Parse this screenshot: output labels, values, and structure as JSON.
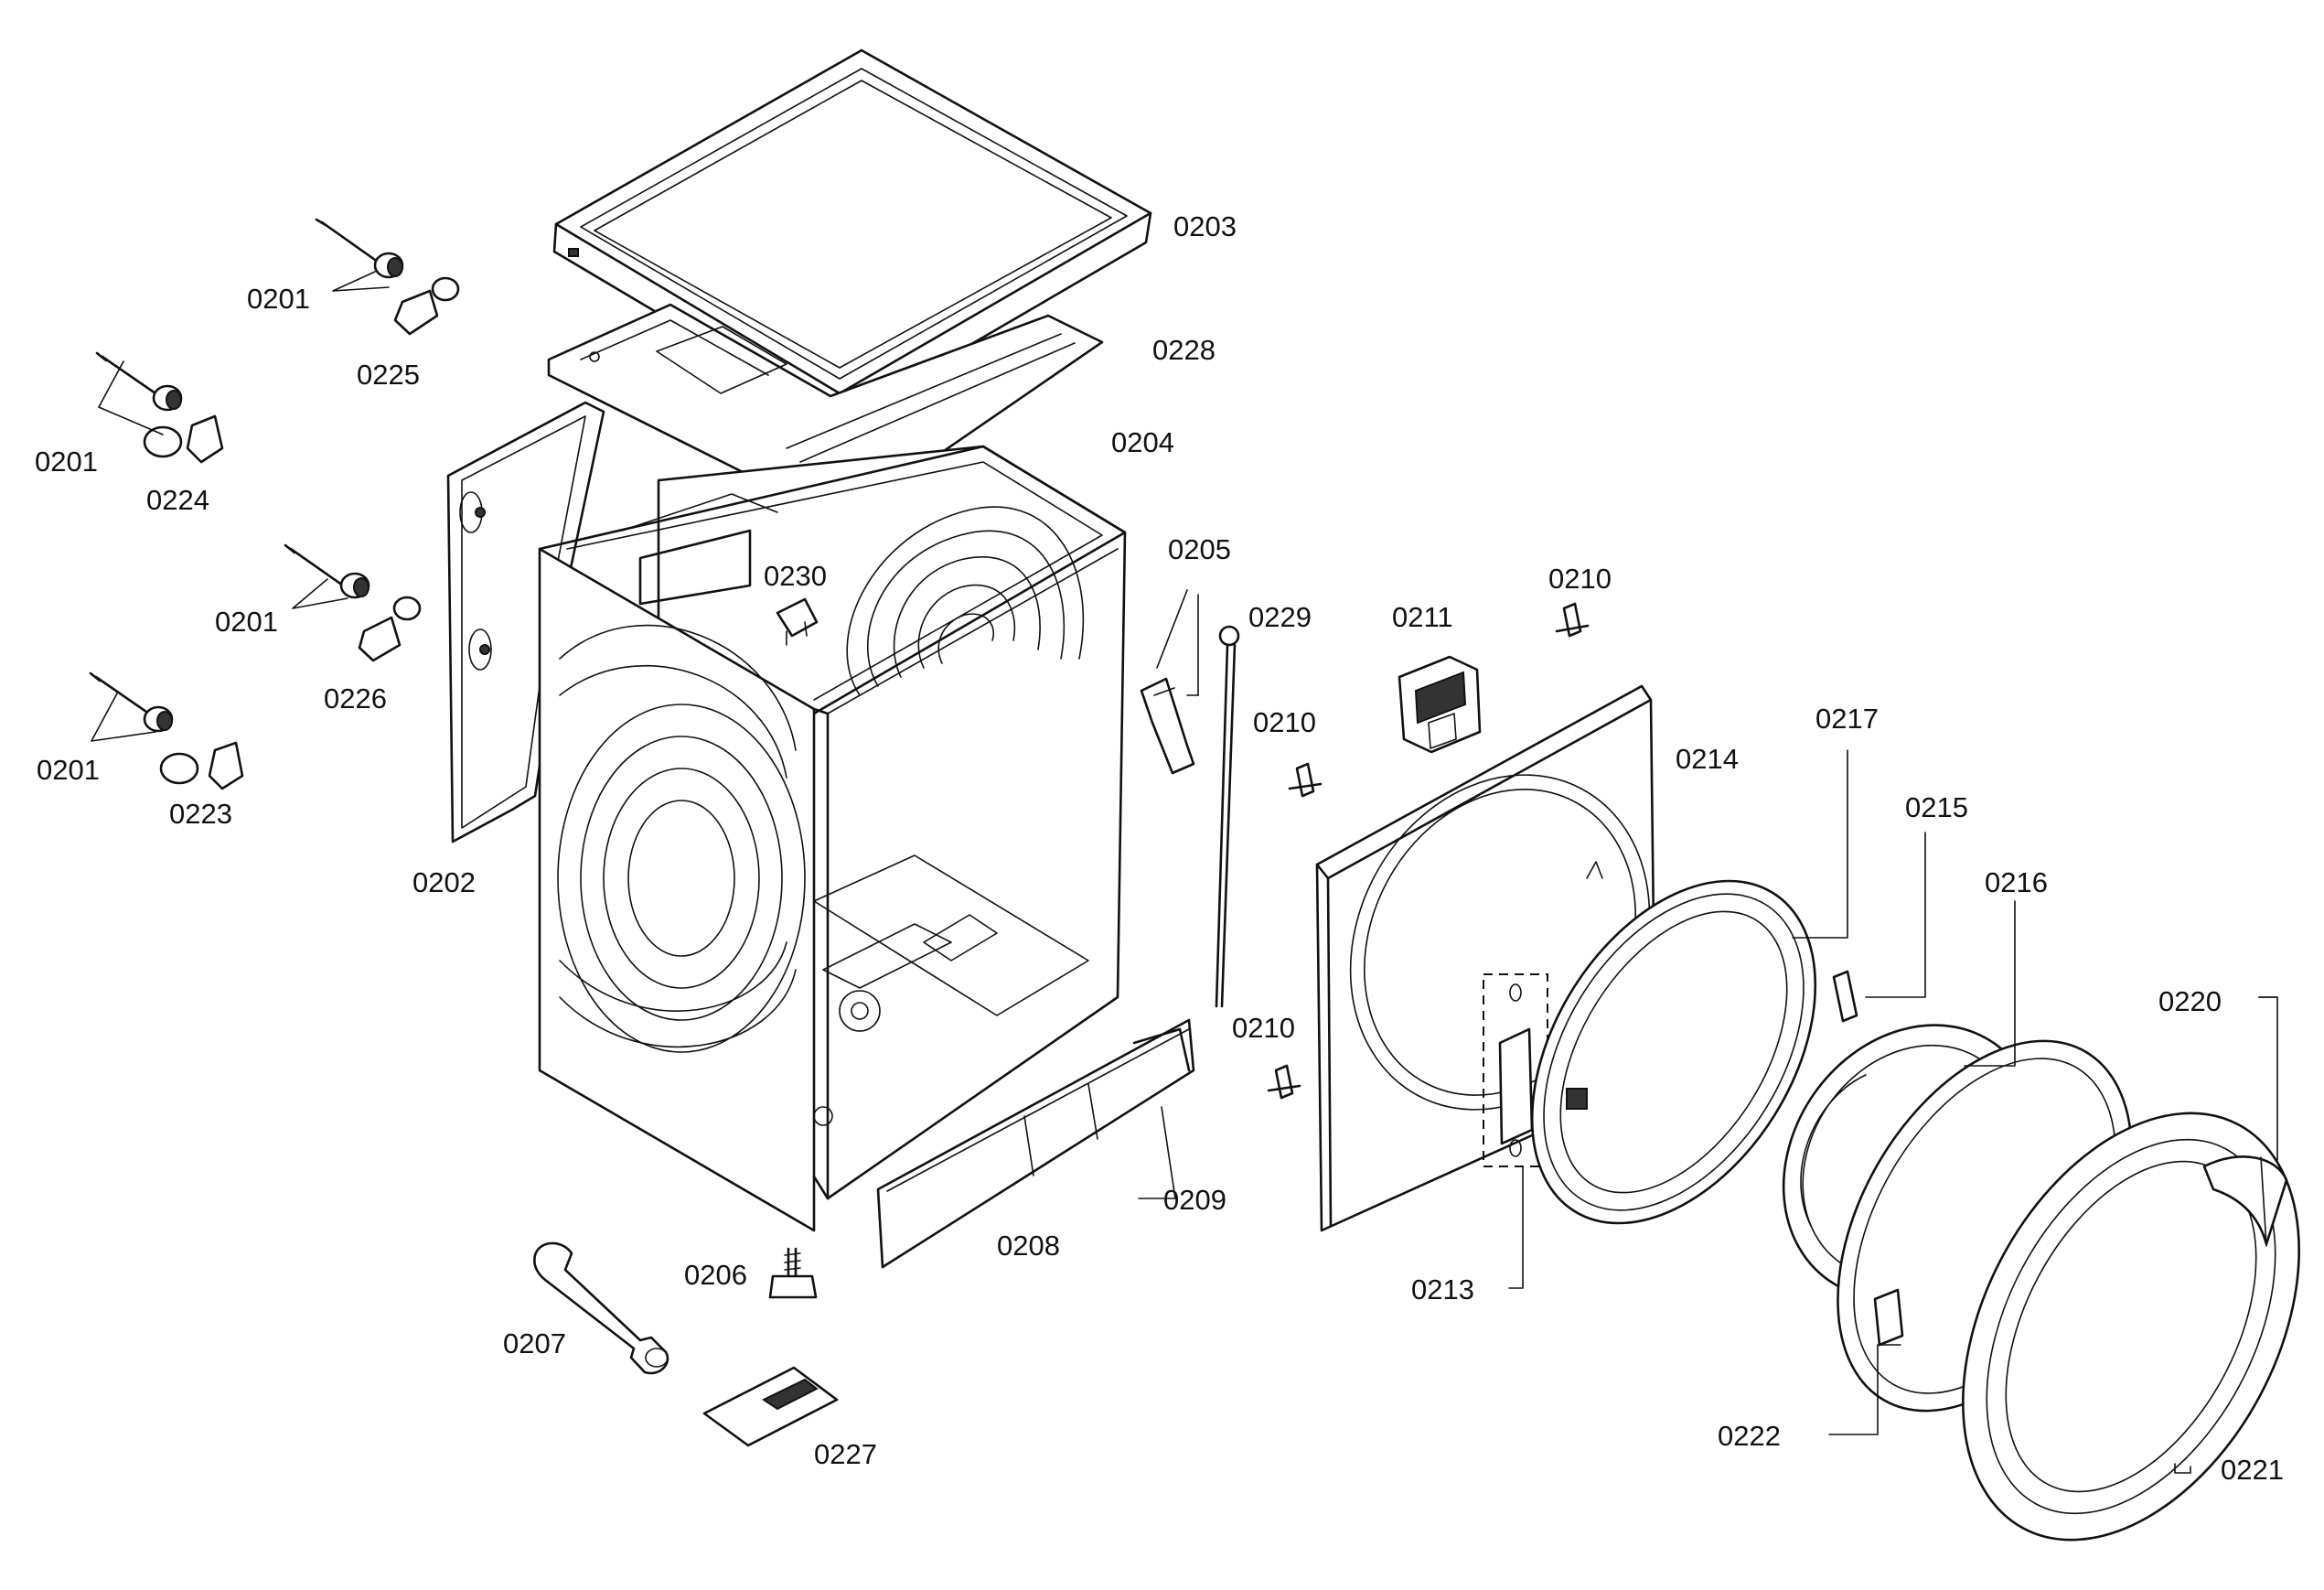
{
  "callouts": [
    "0201",
    "0201",
    "0201",
    "0201",
    "0202",
    "0203",
    "0204",
    "0205",
    "0206",
    "0207",
    "0208",
    "0209",
    "0210",
    "0210",
    "0210",
    "0211",
    "0213",
    "0214",
    "0215",
    "0216",
    "0217",
    "0220",
    "0221",
    "0222",
    "0223",
    "0224",
    "0225",
    "0226",
    "0227",
    "0228",
    "0229",
    "0230"
  ]
}
